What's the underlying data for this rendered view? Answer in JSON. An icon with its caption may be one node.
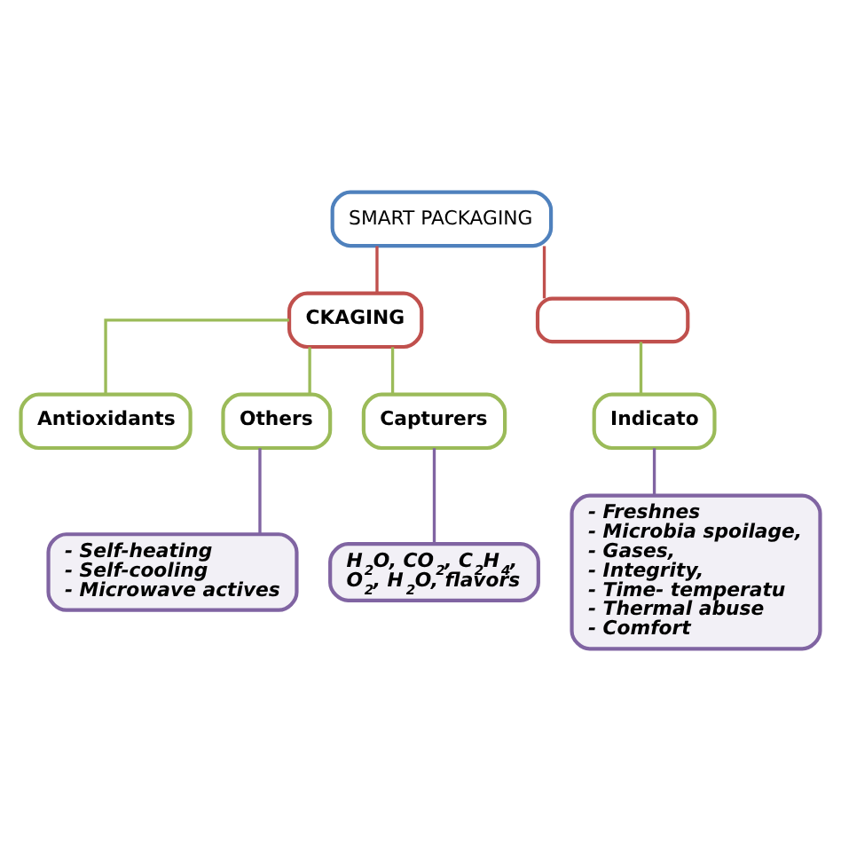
{
  "diagram": {
    "nodes": [
      {
        "text": [
          "SMART PACKAGING"
        ]
      },
      {
        "text": [
          "CKAGING"
        ]
      },
      {
        "text": [],
        "shape": "box"
      },
      {
        "text": [
          "Antioxidants"
        ]
      },
      {
        "text": [
          "Others"
        ]
      },
      {
        "text": [
          "Capturers"
        ]
      },
      {
        "text": [
          "H$_{2}$O, CO$_{2}$, C$_{2}$H$_{4}$,",
          "O$_{2}$, H$_{2}$O, flavors"
        ]
      },
      {
        "text": [
          "- Self-heating",
          "- Self-cooling",
          "- Microwave actives"
        ]
      },
      {
        "text": [
          "Indicato"
        ]
      },
      {
        "text": [
          "- Freshnes",
          "- Microbia spoilage,",
          "- Gases,",
          "- Integrity,",
          "- Time- temperatu",
          "- Thermal abuse",
          "- Comfort"
        ]
      }
    ],
    "edges": [
      {
        "from": 0,
        "to": 1,
        "arrow": "none",
        "color": "#c0504d"
      },
      {
        "from": 0,
        "to": 2,
        "arrow": "none",
        "color": "#c0504d"
      },
      {
        "from": 1,
        "to": 3,
        "arrow": "none",
        "color": "#9bbb59"
      },
      {
        "from": 1,
        "to": 4,
        "arrow": "none",
        "color": "#9bbb59"
      },
      {
        "from": 1,
        "to": 5,
        "arrow": "none",
        "color": "#9bbb59"
      },
      {
        "from": 5,
        "to": 6,
        "arrow": "none",
        "color": "#8064a2"
      },
      {
        "from": 4,
        "to": 7,
        "arrow": "none",
        "color": "#8064a2"
      },
      {
        "from": 2,
        "to": 8,
        "arrow": "none",
        "color": "#9bbb59"
      },
      {
        "from": 8,
        "to": 9,
        "arrow": "none",
        "color": "#8064a2"
      }
    ]
  }
}
